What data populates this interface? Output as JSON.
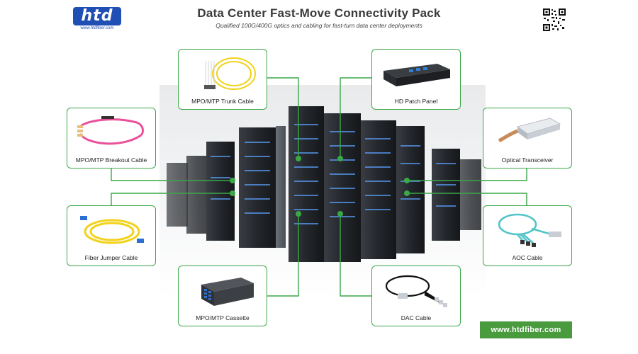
{
  "brand": {
    "logo_text": "htd",
    "logo_url_text": "www.htdfiber.com"
  },
  "header": {
    "title": "Data Center Fast-Move Connectivity Pack",
    "subtitle": "Qualified 100G/400G optics and cabling for fast-turn data center deployments"
  },
  "products": {
    "trunk": "MPO/MTP Trunk Cable",
    "patch_panel": "HD Patch Panel",
    "breakout": "MPO/MTP Breakout Cable",
    "optical": "Optical Transceiver",
    "jumper": "Fiber Jumper Cable",
    "aoc": "AOC Cable",
    "cassette": "MPO/MTP Cassette",
    "dac": "DAC Cable"
  },
  "footer": {
    "website": "www.htdfiber.com"
  },
  "colors": {
    "accent_green": "#3aa847",
    "brand_blue": "#1f4fb5",
    "footer_green": "#4a9a3e"
  },
  "icons": [
    "qr-code-icon",
    "server-rack-icon"
  ]
}
